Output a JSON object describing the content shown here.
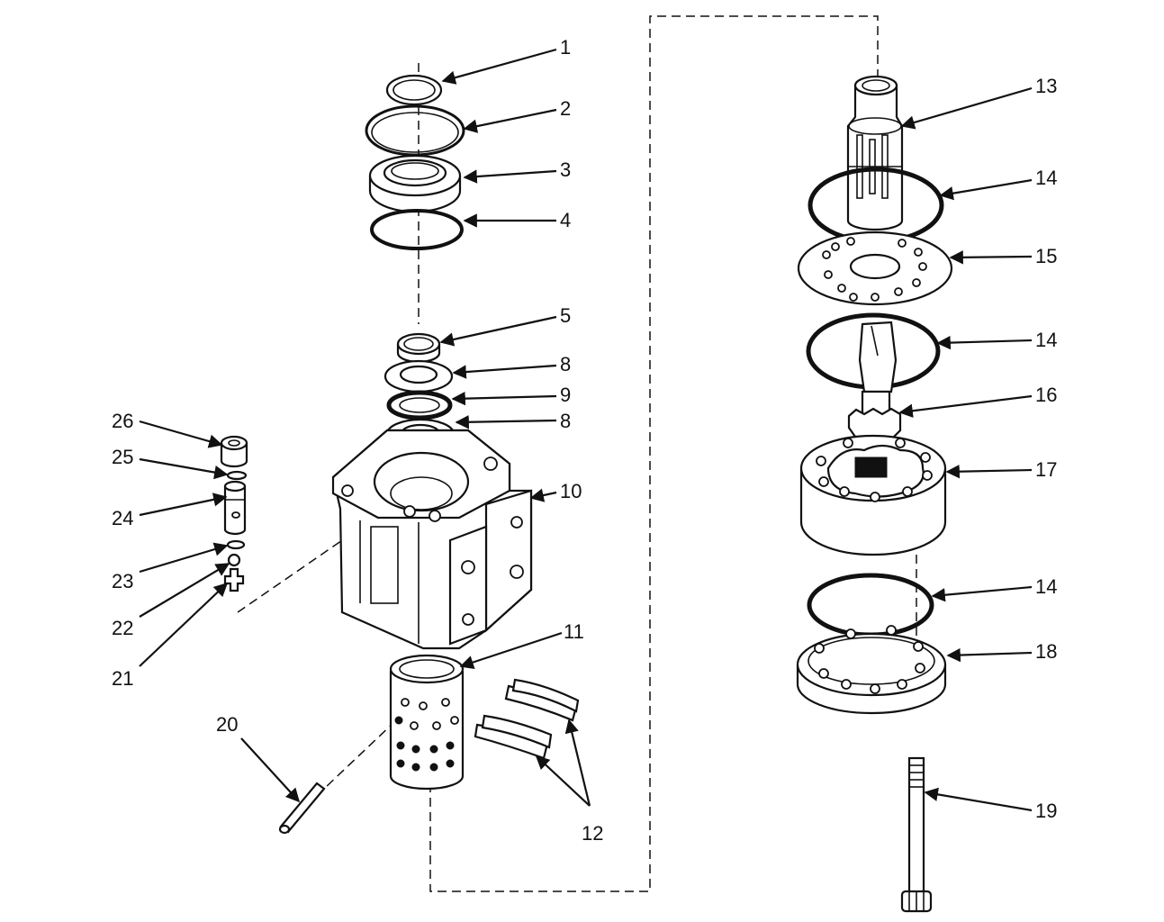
{
  "callouts": {
    "c1": "1",
    "c2": "2",
    "c3": "3",
    "c4": "4",
    "c5": "5",
    "c8a": "8",
    "c9": "9",
    "c8b": "8",
    "c10": "10",
    "c11": "11",
    "c12": "12",
    "c13": "13",
    "c14a": "14",
    "c15": "15",
    "c14b": "14",
    "c16": "16",
    "c17": "17",
    "c14c": "14",
    "c18": "18",
    "c19": "19",
    "c20": "20",
    "c21": "21",
    "c22": "22",
    "c23": "23",
    "c24": "24",
    "c25": "25",
    "c26": "26"
  }
}
